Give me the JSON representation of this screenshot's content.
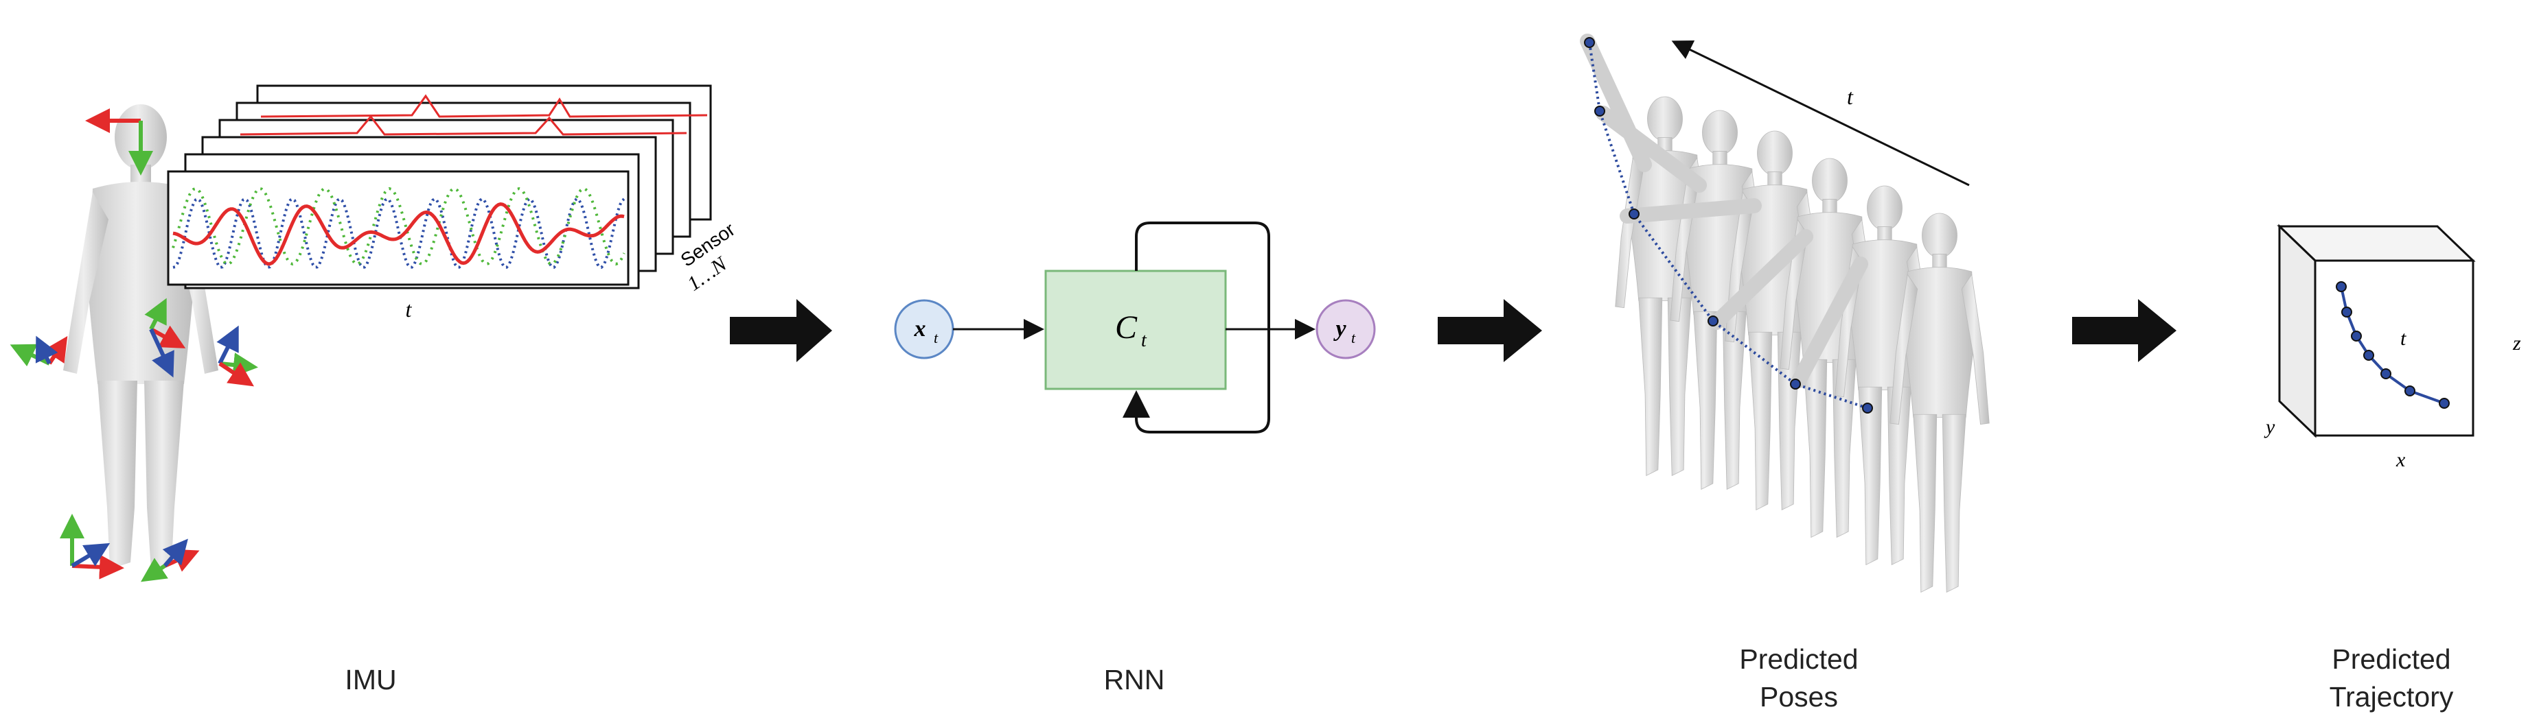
{
  "captions": {
    "imu": "IMU",
    "rnn": "RNN",
    "poses_line1": "Predicted",
    "poses_line2": "Poses",
    "traj_line1": "Predicted",
    "traj_line2": "Trajectory"
  },
  "imu_panel": {
    "time_label": "t",
    "sensor_label": "Sensor",
    "sensor_range": "1…N"
  },
  "rnn": {
    "input_label": "x",
    "input_sub": "t",
    "cell_label": "C",
    "cell_sub": "t",
    "output_label": "y",
    "output_sub": "t"
  },
  "poses": {
    "time_label": "t"
  },
  "trajectory": {
    "time_label": "t",
    "x_label": "x",
    "y_label": "y",
    "z_label": "z"
  },
  "colors": {
    "axis_x": "#e32b2b",
    "axis_y": "#4fb83a",
    "axis_z": "#2f4fa8",
    "rnn_input_fill": "#dce8f6",
    "rnn_input_stroke": "#5b87c5",
    "rnn_cell_fill": "#d4ead4",
    "rnn_cell_stroke": "#7ab87a",
    "rnn_output_fill": "#e8daee",
    "rnn_output_stroke": "#a77fbf",
    "trajectory": "#2c4a9e",
    "body": "#d6d6d6"
  }
}
